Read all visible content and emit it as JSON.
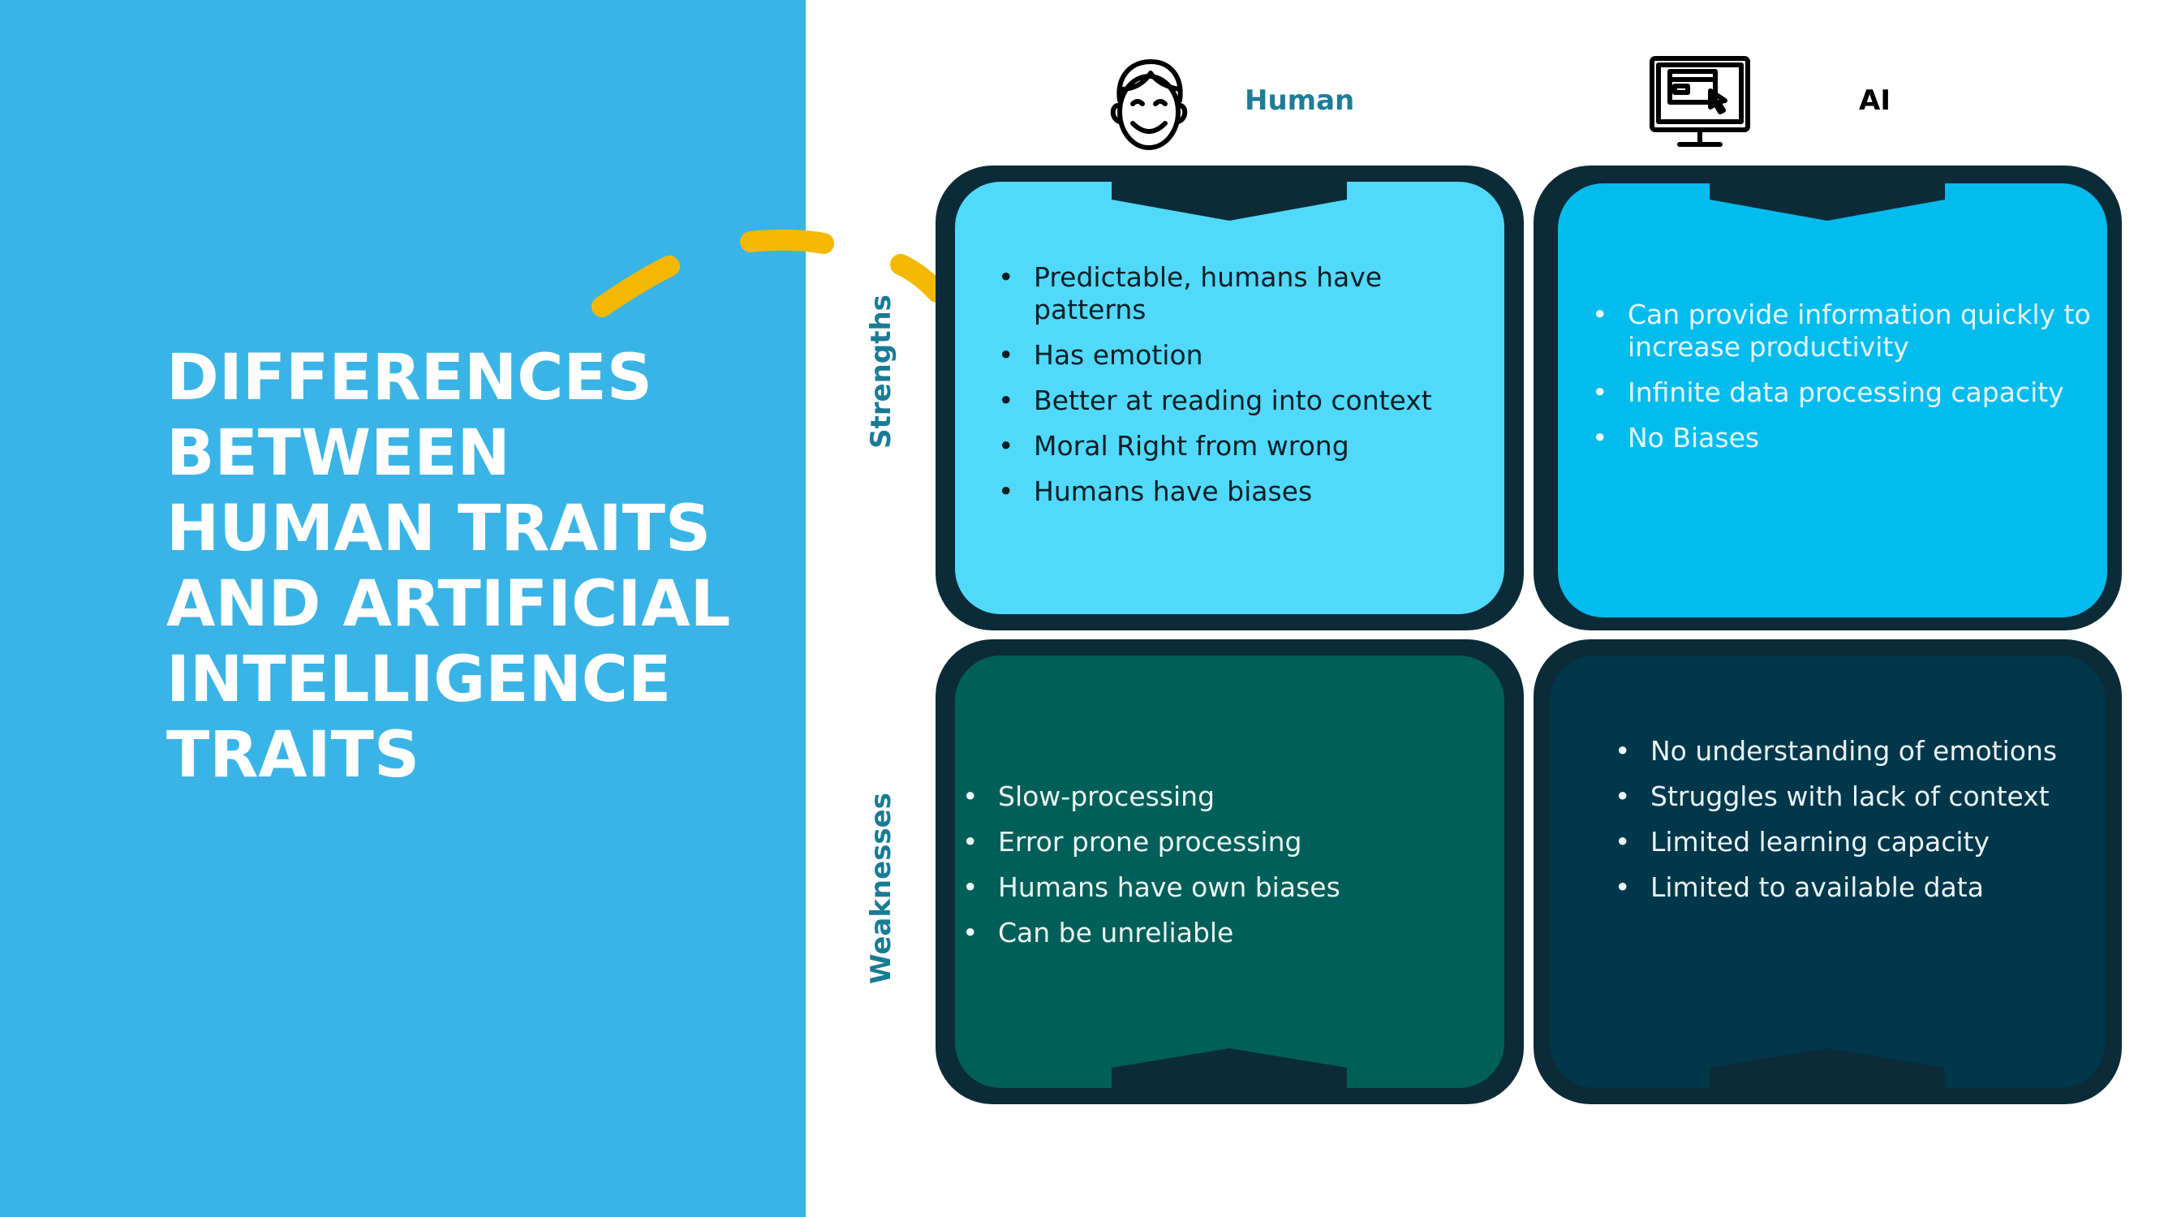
{
  "slide": {
    "title": "DIFFERENCES BETWEEN HUMAN TRAITS AND ARTIFICIAL INTELLIGENCE TRAITS",
    "colors": {
      "left_panel": "#3ab4e6",
      "accent_dash": "#f5b800",
      "card_border": "#0c2b38",
      "human_strengths": "#51d9fb",
      "ai_strengths": "#03bcee",
      "human_weaknesses": "#005f59",
      "ai_weaknesses": "#00374a",
      "label_teal": "#1a7b95"
    }
  },
  "columns": {
    "human": {
      "label": "Human",
      "icon": "smiling-face-icon"
    },
    "ai": {
      "label": "AI",
      "icon": "computer-monitor-icon"
    }
  },
  "rows": {
    "strengths": {
      "label": "Strengths"
    },
    "weaknesses": {
      "label": "Weaknesses"
    }
  },
  "cells": {
    "human_strengths": [
      "Predictable, humans have patterns",
      "Has emotion",
      "Better at reading into context",
      "Moral Right from wrong",
      "Humans have biases"
    ],
    "ai_strengths": [
      "Can provide information quickly to increase productivity",
      "Infinite data processing capacity",
      "No Biases"
    ],
    "human_weaknesses": [
      "Slow-processing",
      "Error prone processing",
      "Humans have own biases",
      "Can be unreliable"
    ],
    "ai_weaknesses": [
      "No understanding of emotions",
      "Struggles with lack of context",
      "Limited learning capacity",
      "Limited to available data"
    ]
  }
}
